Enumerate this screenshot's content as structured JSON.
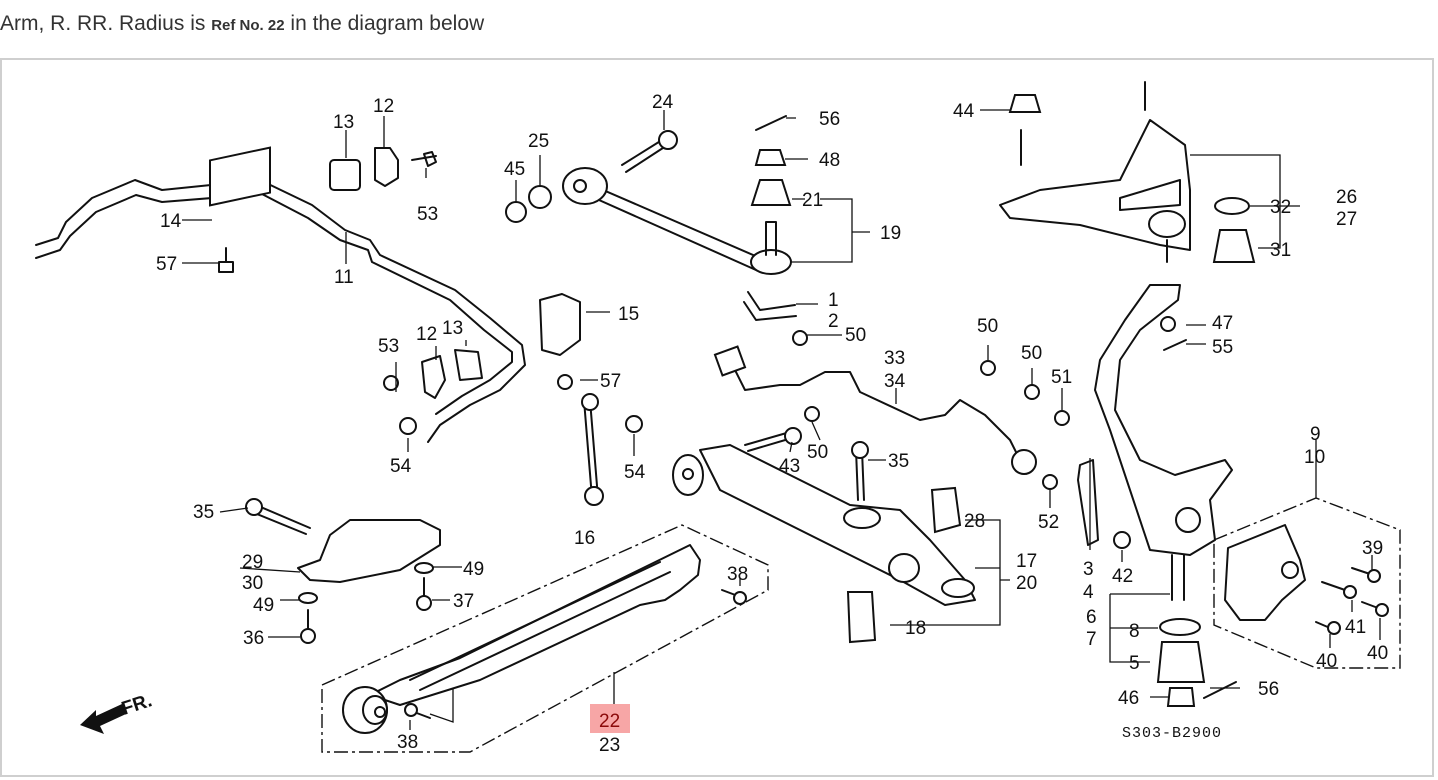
{
  "caption": {
    "prefix": "Arm, R. RR. Radius is ",
    "ref": "Ref No. 22",
    "suffix": " in the diagram below"
  },
  "diagram": {
    "code": "S303-B2900",
    "direction_label": "FR.",
    "highlight": {
      "ref": "22",
      "color": "#f7a6a6",
      "text_color": "#8b0a0a"
    },
    "callouts": {
      "c1": "1",
      "c2": "2",
      "c3": "3",
      "c4": "4",
      "c5": "5",
      "c6": "6",
      "c7": "7",
      "c8": "8",
      "c9": "9",
      "c10": "10",
      "c11": "11",
      "c12a": "12",
      "c12b": "12",
      "c13a": "13",
      "c13b": "13",
      "c14": "14",
      "c15": "15",
      "c16": "16",
      "c17": "17",
      "c18": "18",
      "c19": "19",
      "c20": "20",
      "c21": "21",
      "c22": "22",
      "c23": "23",
      "c24": "24",
      "c25": "25",
      "c26": "26",
      "c27": "27",
      "c28": "28",
      "c29": "29",
      "c30": "30",
      "c31": "31",
      "c32": "32",
      "c33": "33",
      "c34": "34",
      "c35a": "35",
      "c35b": "35",
      "c36": "36",
      "c37": "37",
      "c38a": "38",
      "c38b": "38",
      "c39": "39",
      "c40a": "40",
      "c40b": "40",
      "c41": "41",
      "c42": "42",
      "c43": "43",
      "c44": "44",
      "c45": "45",
      "c46": "46",
      "c47": "47",
      "c48": "48",
      "c49a": "49",
      "c49b": "49",
      "c50a": "50",
      "c50b": "50",
      "c50c": "50",
      "c50d": "50",
      "c51": "51",
      "c52": "52",
      "c53a": "53",
      "c53b": "53",
      "c54a": "54",
      "c54b": "54",
      "c55": "55",
      "c56a": "56",
      "c56b": "56",
      "c57a": "57",
      "c57b": "57"
    }
  }
}
